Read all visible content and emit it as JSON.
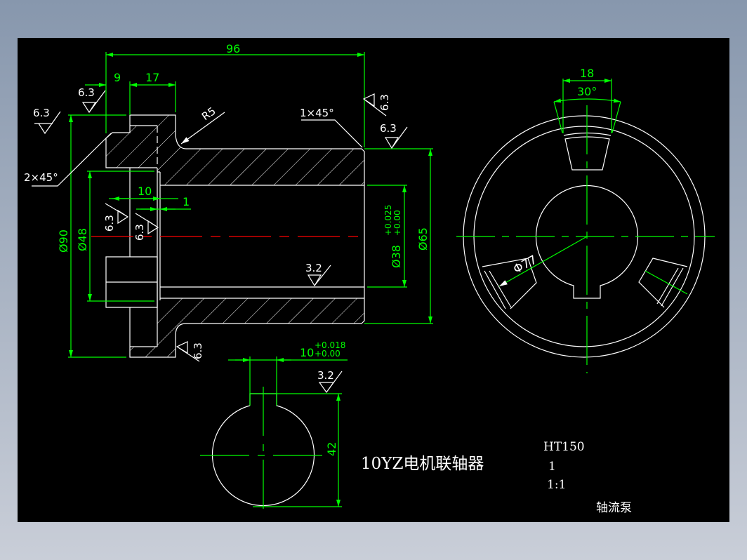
{
  "drawing": {
    "title": "10YZ电机联轴器",
    "material": "HT150",
    "quantity": "1",
    "scale": "1:1",
    "project": "轴流泵"
  },
  "dimensions": {
    "overall_length": "96",
    "flange_9": "9",
    "flange_17": "17",
    "radius": "R5",
    "chamfer_left": "2×45°",
    "chamfer_right": "1×45°",
    "step_10": "10",
    "step_1": "1",
    "dia_90": "Ø90",
    "dia_48": "Ø48",
    "dia_38": "Ø38",
    "dia_38_upper": "+0.025",
    "dia_38_lower": "+0.00",
    "dia_65": "Ø65",
    "slot_18": "18",
    "angle_30": "30°",
    "dia_77": "Φ77",
    "key_10": "10",
    "key_10_upper": "+0.018",
    "key_10_lower": "+0.00",
    "key_42": "42"
  },
  "roughness": {
    "r1": "6.3",
    "r2": "6.3",
    "r3": "6.3",
    "r4": "6.3",
    "r5": "6.3",
    "r6": "6.3",
    "r7": "6.3",
    "r8": "3.2",
    "r9": "3.2"
  },
  "colors": {
    "background": "#000000",
    "outline": "#ffffff",
    "dimension": "#00ff00",
    "centerline": "#ff0000"
  }
}
